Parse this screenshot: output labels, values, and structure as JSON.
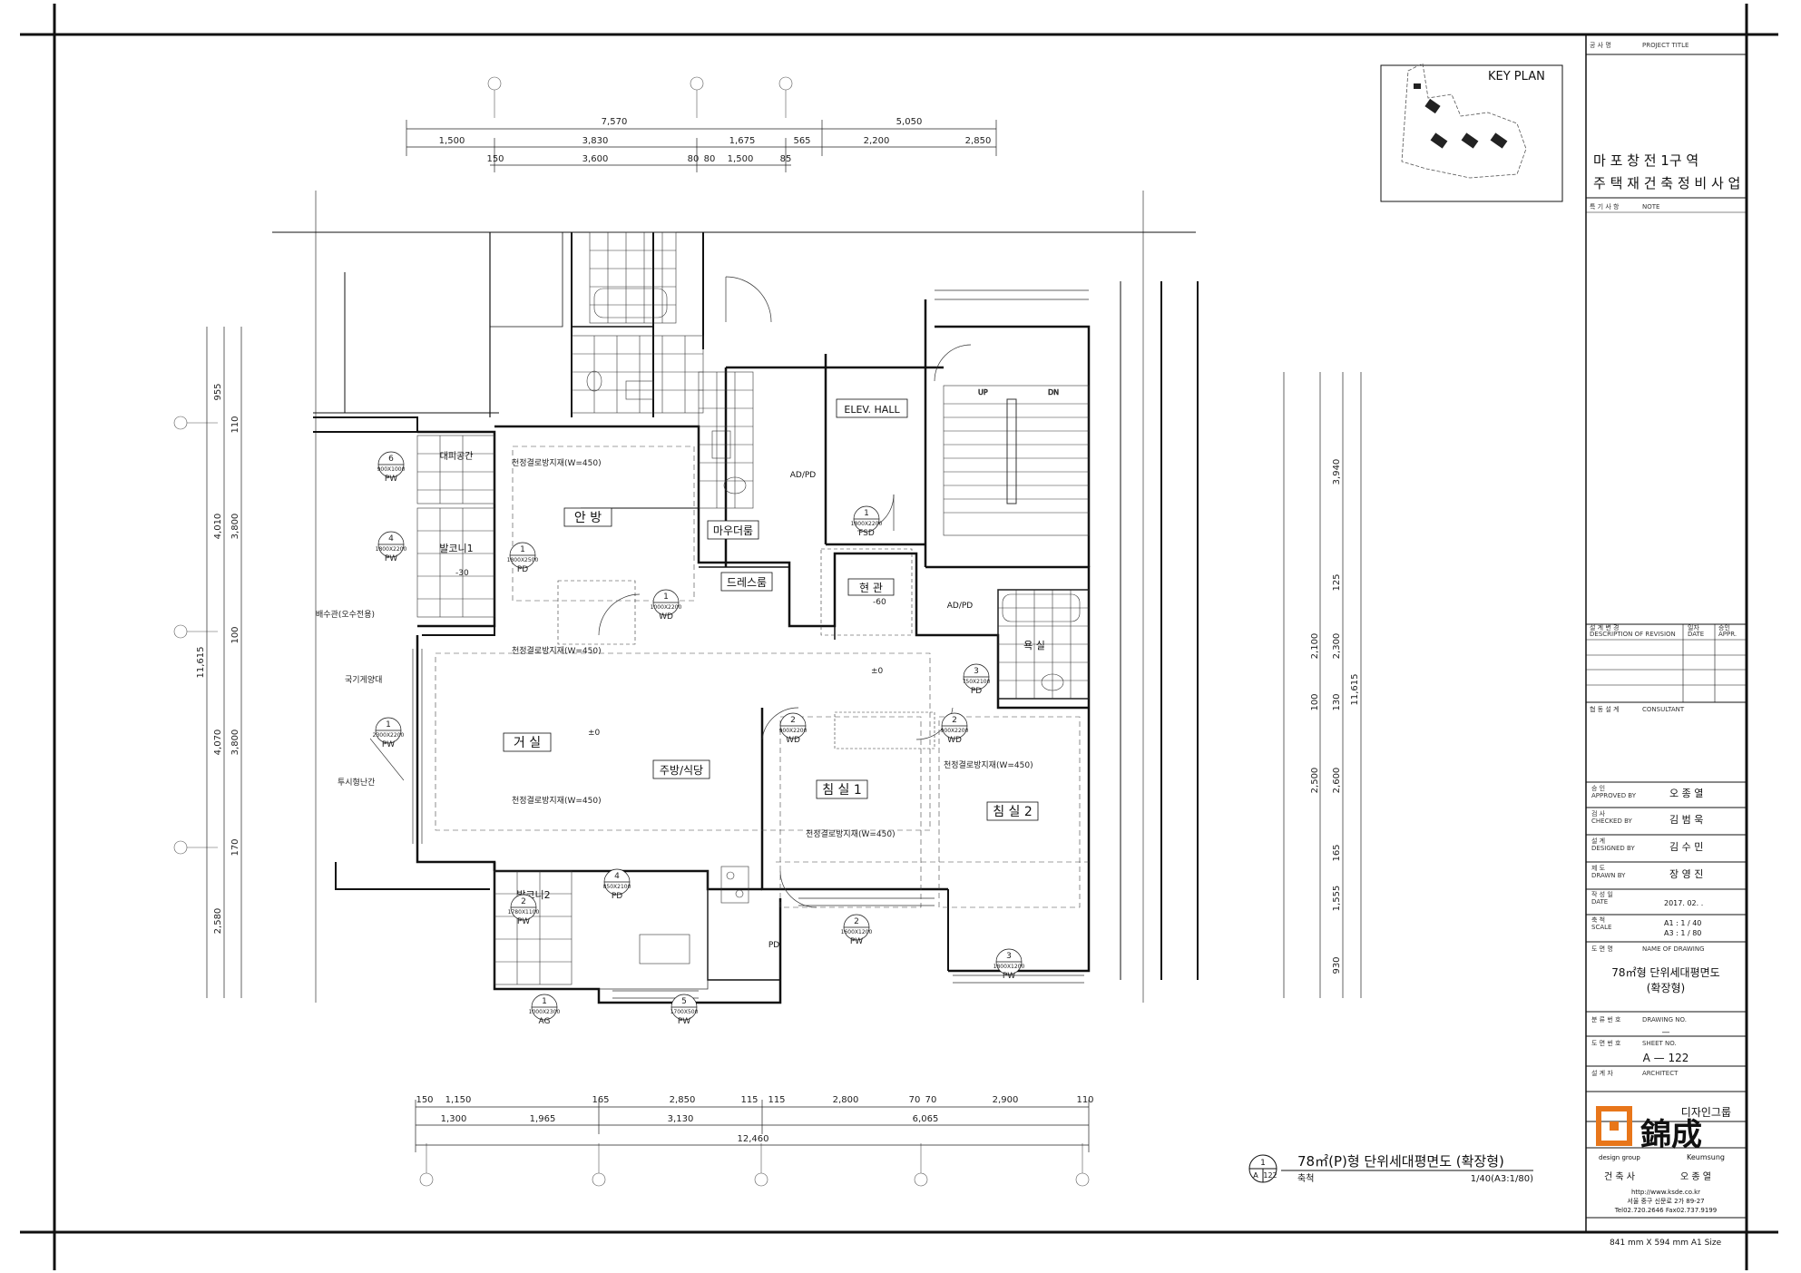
{
  "title_block": {
    "project_title_label": "공 사 명",
    "project_title_label_en": "PROJECT TITLE",
    "project_line1": "마 포 창 전  1구 역",
    "project_line2": "주 택 재 건 축 정 비 사 업",
    "note_label": "특 기 사 항",
    "note_label_en": "NOTE",
    "revision_label": "설 계 변 경",
    "revision_label_en": "DESCRIPTION OF REVISION",
    "revision_date": "일자",
    "revision_date_en": "DATE",
    "revision_appr": "승인",
    "revision_appr_en": "APPR.",
    "consultant_label": "협 동 설 계",
    "consultant_label_en": "CONSULTANT",
    "approved_label": "승    인",
    "approved_en": "APPROVED BY",
    "approved_name": "오 종 열",
    "checked_label": "검    사",
    "checked_en": "CHECKED BY",
    "checked_name": "김 범 욱",
    "designed_label": "설    계",
    "designed_en": "DESIGNED BY",
    "designed_name": "김 수 민",
    "drawn_label": "제    도",
    "drawn_en": "DRAWN BY",
    "drawn_name": "장 영 진",
    "date_label": "작 성 일",
    "date_en": "DATE",
    "date_value": "2017. 02.   .",
    "scale_label": "축    척",
    "scale_en": "SCALE",
    "scale_a1": "A1   : 1 / 40",
    "scale_a3": "A3   : 1 / 80",
    "drawing_name_label": "도 면 명",
    "drawing_name_en": "NAME OF DRAWING",
    "drawing_name_line1": "78㎡형 단위세대평면도",
    "drawing_name_line2": "(확장형)",
    "drawing_no_label": "분 류 번 호",
    "drawing_no_en": "DRAWING NO.",
    "drawing_no_value": "—",
    "sheet_no_label": "도 면 번 호",
    "sheet_no_en": "SHEET NO.",
    "sheet_no_value": "A  — 122",
    "architect_label": "설 계 자",
    "architect_en": "ARCHITECT",
    "logo_text": "錦成",
    "logo_group": "디자인그룹",
    "logo_sub_left": "design group",
    "logo_sub_right": "Keumsung",
    "office_label": "건 축 사",
    "office_name": "오 종 열",
    "url": "http://www.ksde.co.kr",
    "address": "서울 중구 신문로 2가 89-27",
    "phone": "Tel02.720.2646     Fax02.737.9199",
    "paper_size": "841 mm X 594 mm  A1 Size"
  },
  "key_plan": {
    "label": "KEY PLAN"
  },
  "plan_title": {
    "number": "1",
    "sheet": "A",
    "sheet_no": "122",
    "title": "78㎡(P)형 단위세대평면도 (확장형)",
    "scale_label": "축척",
    "scale_value": "1/40(A3:1/80)"
  },
  "rooms": {
    "master_bedroom": "안 방",
    "powder": "마우더룸",
    "dress": "드레스룸",
    "entrance": "현 관",
    "living": "거 실",
    "kitchen": "주방/식당",
    "bedroom1": "침 실 1",
    "bedroom2": "침 실 2",
    "elev_hall": "ELEV. HALL",
    "ad_pd1": "AD/PD",
    "ad_pd2": "AD/PD",
    "pd": "PD",
    "bath": "욕 실",
    "balcony1": "발코니1",
    "balcony2": "발코니2",
    "room_unit": "대피공간",
    "up": "UP",
    "dn": "DN"
  },
  "notes": {
    "ceiling1": "천정결로방지재(W=450)",
    "ceiling2": "천정결로방지재(W=450)",
    "ceiling3": "천정결로방지재(W=450)",
    "ceiling4": "천정결로방지재(W=450)",
    "ceiling5": "천정결로방지재(W=450)",
    "drain": "배수관(오수전용)",
    "mullion": "국기게양대",
    "railing": "투시형난간",
    "lvl0a": "±0",
    "lvl0b": "±0",
    "lvl_60": "-60",
    "lvl_30": "-30"
  },
  "dims_top": {
    "row1": [
      "7,570",
      "5,050"
    ],
    "row2": [
      "1,500",
      "3,830",
      "1,675",
      "565",
      "2,200",
      "2,850"
    ],
    "row3": [
      "150",
      "3,600",
      "80",
      "80",
      "1,500",
      "85"
    ]
  },
  "dims_bottom": {
    "row1": [
      "150",
      "1,150",
      "165",
      "2,850",
      "115",
      "115",
      "2,800",
      "70",
      "70",
      "2,900",
      "110"
    ],
    "row2": [
      "1,300",
      "1,965",
      "3,130",
      "6,065"
    ],
    "row3": [
      "12,460"
    ]
  },
  "dims_left": {
    "outer": [
      "11,615"
    ],
    "mid": [
      "955",
      "4,010",
      "4,070",
      "2,580"
    ],
    "inner": [
      "110",
      "3,800",
      "100",
      "3,800",
      "170"
    ]
  },
  "dims_right": {
    "outer": [
      "11,615"
    ],
    "mid": [
      "3,940",
      "2,300",
      "2,600",
      "1,555",
      "930"
    ],
    "inner": [
      "125",
      "2,100",
      "100",
      "130",
      "2,500",
      "165"
    ]
  },
  "tags": [
    {
      "n": "6",
      "s": "900X1000",
      "t": "PW"
    },
    {
      "n": "4",
      "s": "1800X2200",
      "t": "PW"
    },
    {
      "n": "1",
      "s": "2300X2200",
      "t": "PW"
    },
    {
      "n": "1",
      "s": "1800X2500",
      "t": "PD"
    },
    {
      "n": "1",
      "s": "1000X2200",
      "t": "WD"
    },
    {
      "n": "1",
      "s": "1800X2200",
      "t": "FSD"
    },
    {
      "n": "3",
      "s": "750X2100",
      "t": "PD"
    },
    {
      "n": "2",
      "s": "900X2200",
      "t": "WD"
    },
    {
      "n": "2",
      "s": "900X2200",
      "t": "WD"
    },
    {
      "n": "4",
      "s": "850X2100",
      "t": "PD"
    },
    {
      "n": "2",
      "s": "1600X1200",
      "t": "PW"
    },
    {
      "n": "3",
      "s": "1800X1200",
      "t": "PW"
    },
    {
      "n": "5",
      "s": "1700X500",
      "t": "PW"
    },
    {
      "n": "1",
      "s": "1000X2300",
      "t": "AG"
    },
    {
      "n": "2",
      "s": "1780X1100",
      "t": "PW"
    }
  ],
  "colors": {
    "line": "#111111",
    "logo_orange": "#e8761a"
  }
}
